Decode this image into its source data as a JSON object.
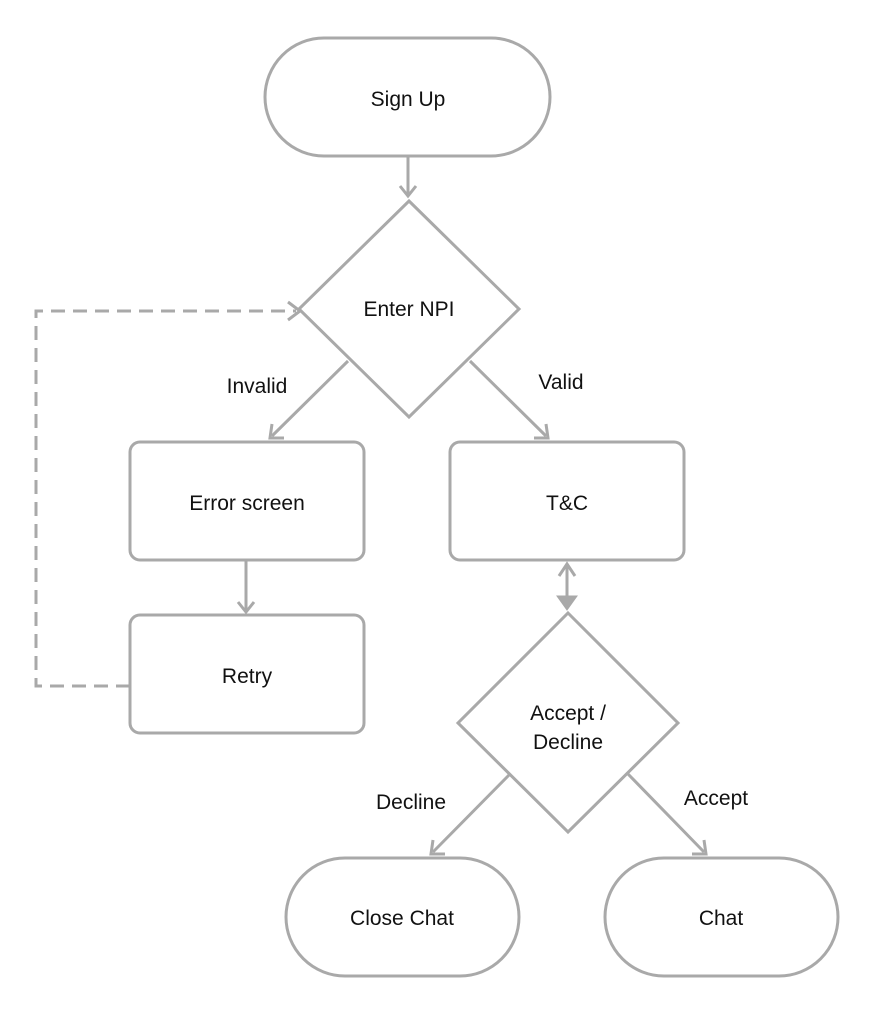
{
  "diagram": {
    "type": "flowchart",
    "stroke_color": "#a9a9a9",
    "text_color": "#111111",
    "background": "#ffffff",
    "nodes": {
      "sign_up": "Sign Up",
      "enter_npi": "Enter NPI",
      "error_screen": "Error screen",
      "retry": "Retry",
      "tandc": "T&C",
      "accept_decline_line1": "Accept /",
      "accept_decline_line2": "Decline",
      "close_chat": "Close Chat",
      "chat": "Chat"
    },
    "edges": {
      "invalid": "Invalid",
      "valid": "Valid",
      "decline": "Decline",
      "accept": "Accept"
    }
  }
}
